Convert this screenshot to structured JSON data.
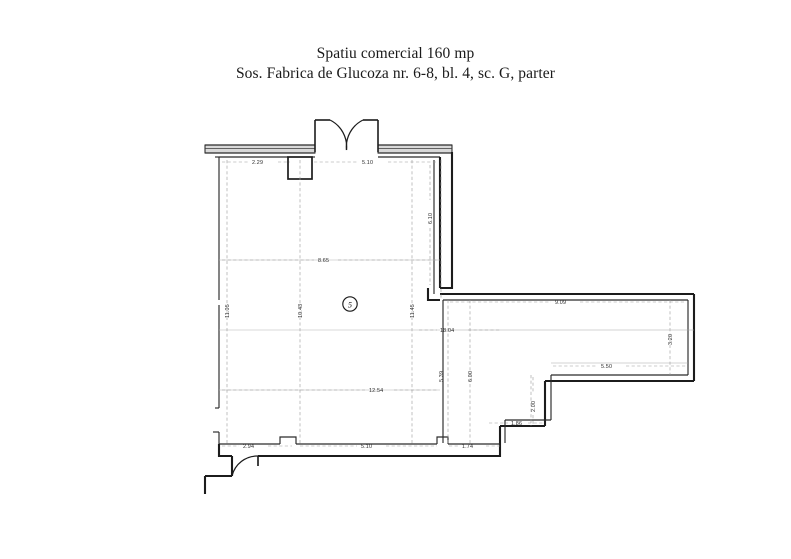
{
  "document": {
    "title_line_1": "Spatiu comercial 160 mp",
    "title_line_2": "Sos. Fabrica de Glucoza nr. 6-8, bl. 4, sc. G, parter"
  },
  "plan": {
    "room_marker": "5",
    "dimensions": {
      "top_left_segment": "2.29",
      "top_main_segment": "5.10",
      "right_upper_vertical": "6.10",
      "mid_horizontal": "8.65",
      "left_vertical": "11.05",
      "center_vertical": "10.43",
      "inner_right_vertical": "11.45",
      "wing_top_horizontal": "9.09",
      "wing_right_vertical": "3.20",
      "wing_lower_horizontal": "5.50",
      "overall_vertical": "18.04",
      "lower_vertical_a": "5.39",
      "lower_vertical_b": "6.00",
      "lower_horizontal_main": "12.54",
      "bottom_left_segment": "2.94",
      "bottom_mid_segment": "5.10",
      "bottom_right_segment": "1.74",
      "step_horizontal": "1.86",
      "step_vertical": "2.00"
    }
  }
}
